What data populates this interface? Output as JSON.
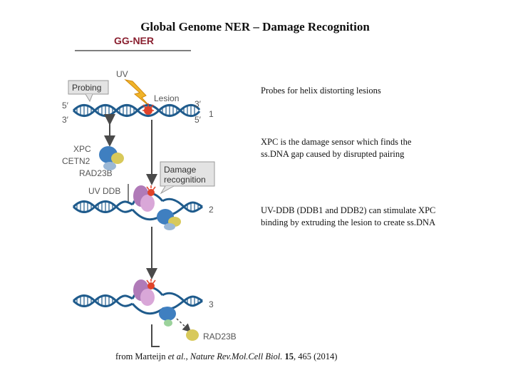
{
  "title": "Global Genome NER – Damage Recognition",
  "figure": {
    "header": "GG-NER",
    "callouts": {
      "probing": "Probing",
      "damage_recognition_1": "Damage",
      "damage_recognition_2": "recognition"
    },
    "labels": {
      "uv": "UV",
      "lesion": "Lesion",
      "five_prime": "5′",
      "three_prime": "3′",
      "xpc": "XPC",
      "cetn2": "CETN2",
      "rad23b": "RAD23B",
      "uv_ddb": "UV  DDB",
      "released_rad23b": "RAD23B"
    },
    "steps": [
      "1",
      "2",
      "3"
    ],
    "colors": {
      "dna": "#1f5b8c",
      "header": "#8a2030",
      "arrow": "#4a4a4a",
      "xpc": "#3f7fc0",
      "ddb": "#b07ab8",
      "cetn2": "#d8c95a",
      "lesion": "#e0432a"
    }
  },
  "notes": [
    {
      "line1": "Probes for helix distorting lesions"
    },
    {
      "line1": "XPC is the damage sensor which finds the",
      "line2": "ss.DNA gap caused by disrupted pairing"
    },
    {
      "line1": "UV-DDB (DDB1 and DDB2) can stimulate XPC",
      "line2": "binding by extruding the lesion to create ss.DNA"
    }
  ],
  "citation": {
    "prefix": "from Marteijn ",
    "italic": "et al.",
    "middle": ", ",
    "journal": "Nature Rev.Mol.Cell Biol.",
    "space": " ",
    "volume": "15",
    "suffix": ", 465 (2014)"
  }
}
